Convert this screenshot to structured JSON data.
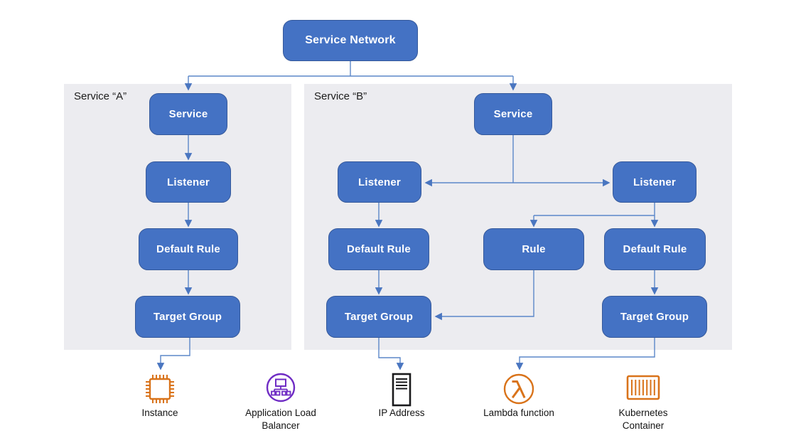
{
  "root": {
    "label": "Service Network"
  },
  "panels": [
    {
      "label": "Service “A”"
    },
    {
      "label": "Service “B”"
    }
  ],
  "nodes": {
    "a_service": "Service",
    "a_listener": "Listener",
    "a_default_rule": "Default Rule",
    "a_target_group": "Target Group",
    "b_service": "Service",
    "b_listener_left": "Listener",
    "b_listener_right": "Listener",
    "b_default_rule_left": "Default Rule",
    "b_rule": "Rule",
    "b_default_rule_right": "Default Rule",
    "b_target_group_left": "Target Group",
    "b_target_group_right": "Target Group"
  },
  "targets": [
    {
      "label": "Instance",
      "icon": "ec2-instance-icon"
    },
    {
      "label": "Application Load Balancer",
      "icon": "application-load-balancer-icon"
    },
    {
      "label": "IP Address",
      "icon": "ip-address-icon"
    },
    {
      "label": "Lambda function",
      "icon": "lambda-icon"
    },
    {
      "label": "Kubernetes Container",
      "icon": "kubernetes-container-icon"
    }
  ],
  "colors": {
    "node_fill": "#4472c4",
    "node_border": "#35599b",
    "node_text": "#ffffff",
    "connector": "#5b87c9",
    "arrowhead": "#4a76c0",
    "panel_bg": "#ececf0",
    "icon_orange": "#d9731a",
    "icon_purple": "#6f2cc4",
    "icon_black": "#1a1a1c",
    "label_text": "#141414"
  }
}
